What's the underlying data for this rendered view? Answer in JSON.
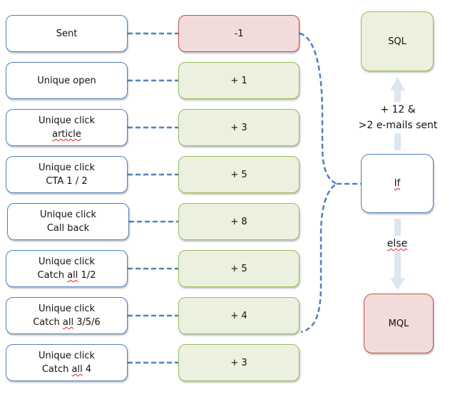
{
  "sources": [
    {
      "line1": "Sent",
      "line2": "",
      "misspelled": ""
    },
    {
      "line1": "Unique open",
      "line2": "",
      "misspelled": ""
    },
    {
      "line1": "Unique click",
      "line2": "article",
      "misspelled": "line2"
    },
    {
      "line1": "Unique click",
      "line2": "CTA 1 / 2",
      "misspelled": ""
    },
    {
      "line1": "Unique click",
      "line2": "Call back",
      "misspelled": ""
    },
    {
      "line1": "Unique click",
      "line2": "Catch all 1/2",
      "misspelled": "all"
    },
    {
      "line1": "Unique click",
      "line2": "Catch all 3/5/6",
      "misspelled": "all"
    },
    {
      "line1": "Unique click",
      "line2": "Catch all 4",
      "misspelled": "all"
    }
  ],
  "scores": [
    {
      "value": "-1",
      "status": "negative"
    },
    {
      "value": "+ 1",
      "status": "positive"
    },
    {
      "value": "+ 3",
      "status": "positive"
    },
    {
      "value": "+ 5",
      "status": "positive"
    },
    {
      "value": "+ 8",
      "status": "positive"
    },
    {
      "value": "+ 5",
      "status": "positive"
    },
    {
      "value": "+ 4",
      "status": "positive"
    },
    {
      "value": "+ 3",
      "status": "positive"
    }
  ],
  "decision": {
    "condition": "If",
    "true_label_line1": "+ 12 &",
    "true_label_line2": ">2 e-mails sent",
    "else_label": "else",
    "true_outcome": "SQL",
    "else_outcome": "MQL"
  },
  "colors": {
    "positive_fill": "#ebf1de",
    "positive_border": "#9bbb59",
    "negative_fill": "#f2dcdb",
    "negative_border": "#c0504d",
    "neutral_border": "#4f81bd",
    "connector": "#4f81bd",
    "arrow": "#dce6f2"
  }
}
